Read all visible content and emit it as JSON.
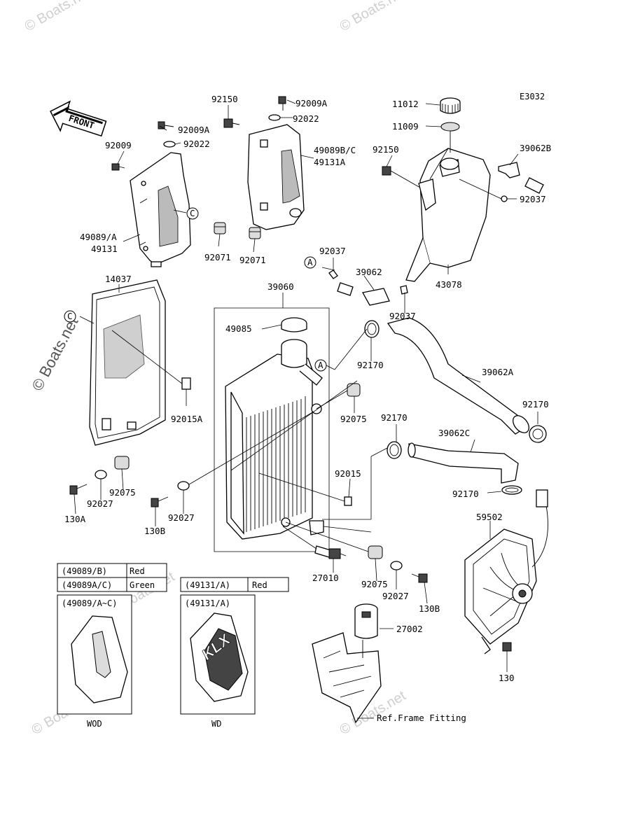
{
  "diagram_code": "E3032",
  "front_label": "FRONT",
  "watermarks": [
    "© Boats.net",
    "© Boats.net",
    "© Boats.net",
    "© Boats.net",
    "© Boats.net",
    "© Boats.net"
  ],
  "callouts": {
    "a1": "A",
    "a2": "A",
    "c1": "C",
    "c2": "C"
  },
  "parts": {
    "p92150_top": "92150",
    "p92009A_top": "92009A",
    "p92022_top": "92022",
    "p92009A_left": "92009A",
    "p92022_left": "92022",
    "p92009": "92009",
    "p49089BC": "49089B/C",
    "p49131A_top": "49131A",
    "p11012": "11012",
    "p11009": "11009",
    "p92150_tank": "92150",
    "p39062B": "39062B",
    "p92037_right": "92037",
    "p49089A": "49089/A",
    "p49131": "49131",
    "p92071_a": "92071",
    "p92071_b": "92071",
    "p92037_mid": "92037",
    "p39062": "39062",
    "p43078": "43078",
    "p14037": "14037",
    "p39060": "39060",
    "p92037_low": "92037",
    "p49085": "49085",
    "p92170_a": "92170",
    "p39062A": "39062A",
    "p92015A": "92015A",
    "p92075_a": "92075",
    "p92170_b": "92170",
    "p92170_c": "92170",
    "p39062C": "39062C",
    "p92075_left": "92075",
    "p92027_left": "92027",
    "p130A": "130A",
    "p92015": "92015",
    "p92027_mid": "92027",
    "p130B_mid": "130B",
    "p92170_d": "92170",
    "p59502": "59502",
    "p27010": "27010",
    "p92075_low": "92075",
    "p92027_low": "92027",
    "p130B_low": "130B",
    "p27002": "27002",
    "p130": "130",
    "ref_frame": "Ref.Frame Fitting"
  },
  "color_table_1": [
    {
      "part": "(49089/B)",
      "color": "Red"
    },
    {
      "part": "(49089A/C)",
      "color": "Green"
    }
  ],
  "color_table_2": [
    {
      "part": "(49131/A)",
      "color": "Red"
    }
  ],
  "inset_1": {
    "title": "(49089/A~C)",
    "caption": "WOD"
  },
  "inset_2": {
    "title": "(49131/A)",
    "caption": "WD",
    "logo_text": "KLX"
  }
}
